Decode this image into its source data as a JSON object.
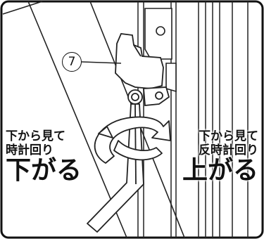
{
  "part_marker": "7",
  "left_caption": {
    "line1": "下から見て",
    "line2": "時計回り",
    "action": "下がる"
  },
  "right_caption": {
    "line1": "下から見て",
    "line2": "反時計回り",
    "action": "上がる"
  },
  "colors": {
    "frame_border": "#111111",
    "line_art": "#222222",
    "text": "#111111",
    "background": "#ffffff"
  }
}
